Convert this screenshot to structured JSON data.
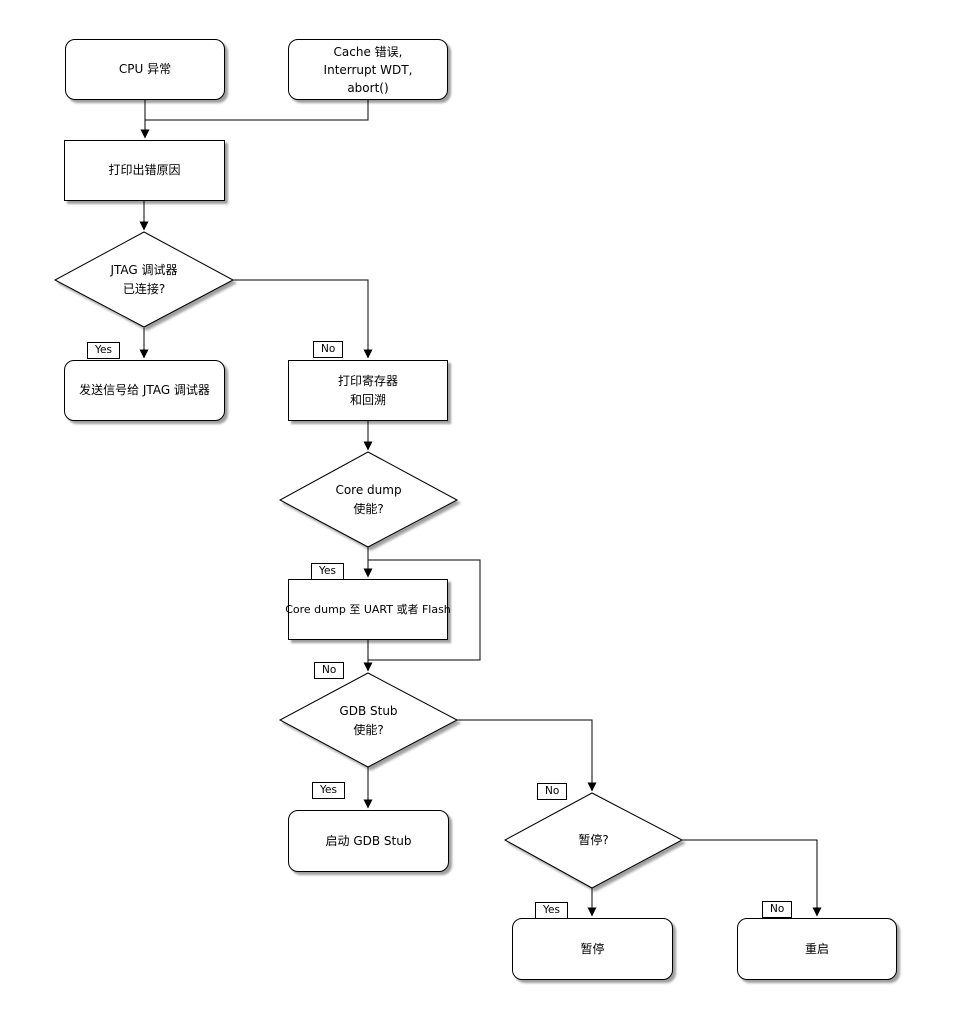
{
  "flowchart": {
    "colors": {
      "stroke": "#000000",
      "node_fill": "#ffffff",
      "background": "#ffffff"
    },
    "nodes": {
      "cpu_exception": {
        "type": "terminator",
        "lines": [
          "CPU 异常"
        ]
      },
      "cache_error": {
        "type": "terminator",
        "lines": [
          "Cache 错误,",
          "Interrupt WDT,",
          "abort()"
        ]
      },
      "print_reason": {
        "type": "process",
        "lines": [
          "打印出错原因"
        ]
      },
      "jtag_connected": {
        "type": "decision",
        "lines": [
          "JTAG 调试器",
          "已连接?"
        ]
      },
      "send_signal_jtag": {
        "type": "terminator",
        "lines": [
          "发送信号给 JTAG 调试器"
        ]
      },
      "print_registers": {
        "type": "process",
        "lines": [
          "打印寄存器",
          "和回溯"
        ]
      },
      "coredump_enabled": {
        "type": "decision",
        "lines": [
          "Core dump",
          "使能?"
        ]
      },
      "coredump_uart_flash": {
        "type": "process",
        "lines": [
          "Core dump 至 UART 或者 Flash"
        ]
      },
      "gdb_stub_enabled": {
        "type": "decision",
        "lines": [
          "GDB Stub",
          "使能?"
        ]
      },
      "start_gdb_stub": {
        "type": "terminator",
        "lines": [
          "启动 GDB Stub"
        ]
      },
      "halt_question": {
        "type": "decision",
        "lines": [
          "暂停?"
        ]
      },
      "halt": {
        "type": "terminator",
        "lines": [
          "暂停"
        ]
      },
      "reboot": {
        "type": "terminator",
        "lines": [
          "重启"
        ]
      }
    },
    "edge_labels": {
      "jtag_yes": "Yes",
      "jtag_no": "No",
      "coredump_yes": "Yes",
      "coredump_no": "No",
      "gdb_yes": "Yes",
      "halt_question_no": "No",
      "halt_yes": "Yes",
      "reboot_no": "No"
    }
  }
}
